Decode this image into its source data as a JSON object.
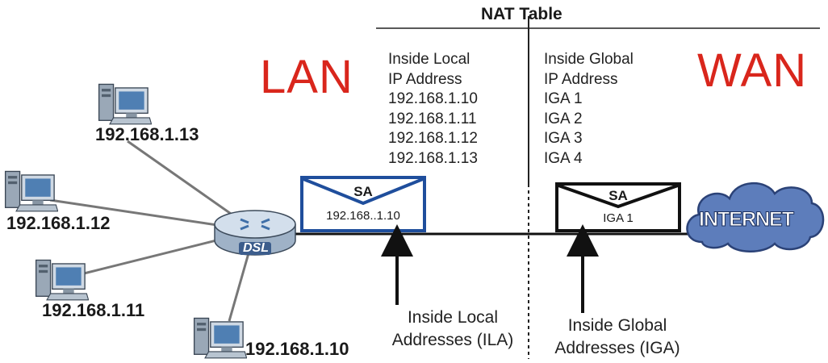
{
  "nat_table_title": "NAT Table",
  "zones": {
    "lan": "LAN",
    "wan": "WAN"
  },
  "inside_local_column": {
    "header_1": "Inside Local",
    "header_2": "IP Address",
    "rows": [
      "192.168.1.10",
      "192.168.1.11",
      "192.168.1.12",
      "192.168.1.13"
    ]
  },
  "inside_global_column": {
    "header_1": "Inside Global",
    "header_2": "IP Address",
    "rows": [
      "IGA 1",
      "IGA 2",
      "IGA 3",
      "IGA 4"
    ]
  },
  "hosts": [
    "192.168.1.13",
    "192.168.1.12",
    "192.168.1.11",
    "192.168.1.10"
  ],
  "router_label": "DSL",
  "lan_packet": {
    "top": "SA",
    "bottom": "192.168..1.10"
  },
  "wan_packet": {
    "top": "SA",
    "bottom": "IGA 1"
  },
  "internet_label": "INTERNET",
  "ila_note": {
    "line1": "Inside Local",
    "line2": "Addresses (ILA)"
  },
  "iga_note": {
    "line1": "Inside Global",
    "line2": "Addresses (IGA)"
  },
  "colors": {
    "zone_text": "#d9261c",
    "cloud": "#5878b8",
    "router": "#c8d6e6",
    "computer": "#a9b8c8"
  }
}
